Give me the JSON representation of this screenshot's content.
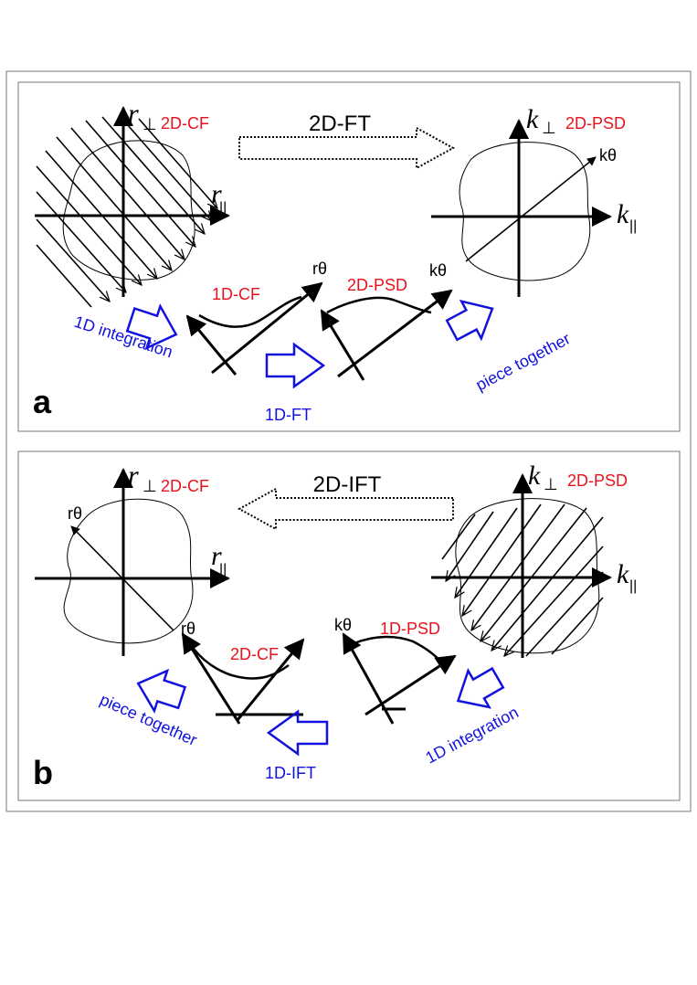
{
  "colors": {
    "red": "#e8121d",
    "blue": "#1212e0",
    "black": "#000000",
    "frame": "#777777"
  },
  "panel_a": {
    "letter": "a",
    "top_arrow_label": "2D-FT",
    "r_perp": "r",
    "perp_sub": "⊥",
    "r_par": "r",
    "par_sub": "||",
    "k_perp": "k",
    "k_par": "k",
    "cf_2d": "2D-CF",
    "psd_2d_right": "2D-PSD",
    "k_theta_right": "kθ",
    "cf_1d": "1D-CF",
    "r_theta": "rθ",
    "psd_2d_mid": "2D-PSD",
    "k_theta_mid": "kθ",
    "integration": "1D integration",
    "ft_1d": "1D-FT",
    "piece": "piece together"
  },
  "panel_b": {
    "letter": "b",
    "top_arrow_label": "2D-IFT",
    "r_perp": "r",
    "perp_sub": "⊥",
    "r_par": "r",
    "par_sub": "||",
    "k_perp": "k",
    "k_par": "k",
    "cf_2d": "2D-CF",
    "psd_2d_right": "2D-PSD",
    "r_theta_left": "rθ",
    "r_theta_mid": "rθ",
    "cf_2d_mid": "2D-CF",
    "k_theta": "kθ",
    "psd_1d": "1D-PSD",
    "piece": "piece together",
    "ift_1d": "1D-IFT",
    "integration": "1D integration"
  }
}
